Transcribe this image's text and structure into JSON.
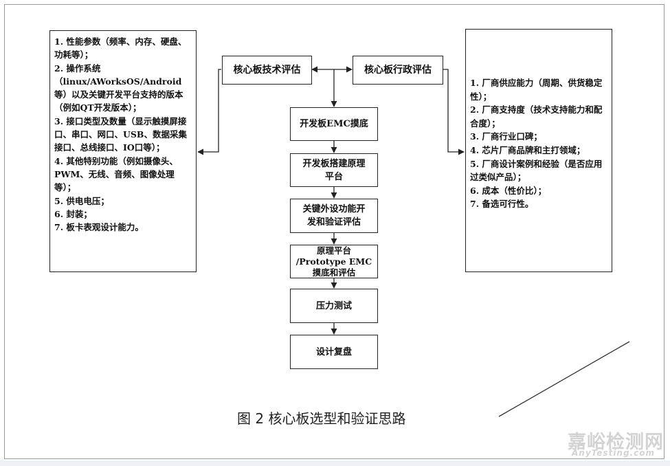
{
  "diagram": {
    "left_panel": {
      "items": [
        "1. 性能参数（频率、内存、硬盘、功耗等）；",
        "2. 操作系统（linux/AWorksOS/Android等）以及关键开发平台支持的版本（例如QT开发版本）；",
        "3. 接口类型及数量（显示触摸屏接口、串口、网口、USB、数据采集接口、总线接口、IO口等）；",
        "4. 其他特别功能（例如摄像头、PWM、无线、音频、图像处理等）；",
        "5. 供电电压；",
        "6. 封装；",
        "7. 板卡表观设计能力。"
      ]
    },
    "right_panel": {
      "items": [
        "1. 厂商供应能力（周期、供货稳定性）；",
        "2. 厂商支持度（技术支持能力和配合度）；",
        "3. 厂商行业口碑；",
        "4. 芯片厂商品牌和主打领域；",
        "5. 厂商设计案例和经验（是否应用过类似产品）；",
        "6. 成本（性价比）；",
        "7. 备选可行性。"
      ]
    },
    "top_nodes": {
      "tech": "核心板技术评估",
      "admin": "核心板行政评估"
    },
    "flow": [
      "开发板EMC摸底",
      "开发板搭建原理\n平台",
      "关键外设功能开\n发和验证评估",
      "原理平台\n/Prototype EMC\n摸底和评估",
      "压力测试",
      "设计复盘"
    ]
  },
  "caption": "图 2 核心板选型和验证思路",
  "watermark": {
    "brand_cn": "嘉峪检测网",
    "brand_en": "AnyTesting.com"
  }
}
